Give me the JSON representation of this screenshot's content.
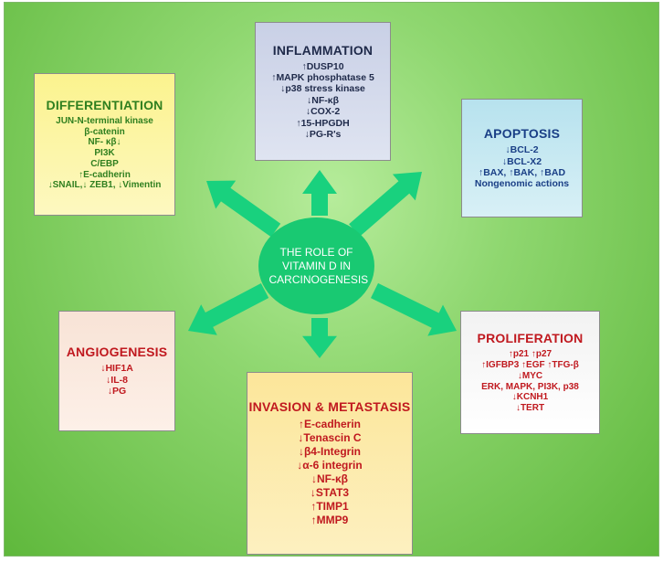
{
  "center": {
    "label": "THE ROLE OF VITAMIN D IN CARCINOGENESIS"
  },
  "boxes": {
    "inflammation": {
      "title": "INFLAMMATION",
      "items": [
        "↑DUSP10",
        "↑MAPK phosphatase 5",
        "↓p38 stress kinase",
        "↓NF-κβ",
        "↓COX-2",
        "↑15-HPGDH",
        "↓PG-R's"
      ]
    },
    "apoptosis": {
      "title": "APOPTOSIS",
      "items": [
        "↓BCL-2",
        "↓BCL-X2",
        "↑BAX, ↑BAK, ↑BAD",
        "Nongenomic actions"
      ]
    },
    "proliferation": {
      "title": "PROLIFERATION",
      "items": [
        "↑p21 ↑p27",
        "↑IGFBP3 ↑EGF ↑TFG-β",
        "↓MYC",
        "ERK, MAPK, PI3K, p38",
        "↓KCNH1",
        "↓TERT"
      ]
    },
    "invasion": {
      "title": "INVASION & METASTASIS",
      "items": [
        "↑E-cadherin",
        "↓Tenascin C",
        "↓β4-Integrin",
        "↓α-6 integrin",
        "↓NF-κβ",
        "↓STAT3",
        "↑TIMP1",
        "↑MMP9"
      ]
    },
    "angiogenesis": {
      "title": "ANGIOGENESIS",
      "items": [
        "↓HIF1A",
        "↓IL-8",
        "↓PG"
      ]
    },
    "differentiation": {
      "title": "DIFFERENTIATION",
      "items": [
        "JUN-N-terminal kinase",
        "β-catenin",
        "NF- κβ↓",
        "PI3K",
        "C/EBP",
        "↑E-cadherin",
        "↓SNAIL,↓ ZEB1, ↓Vimentin"
      ]
    }
  },
  "colors": {
    "arrow": "#19d17e",
    "center_fill": "#19c972"
  }
}
